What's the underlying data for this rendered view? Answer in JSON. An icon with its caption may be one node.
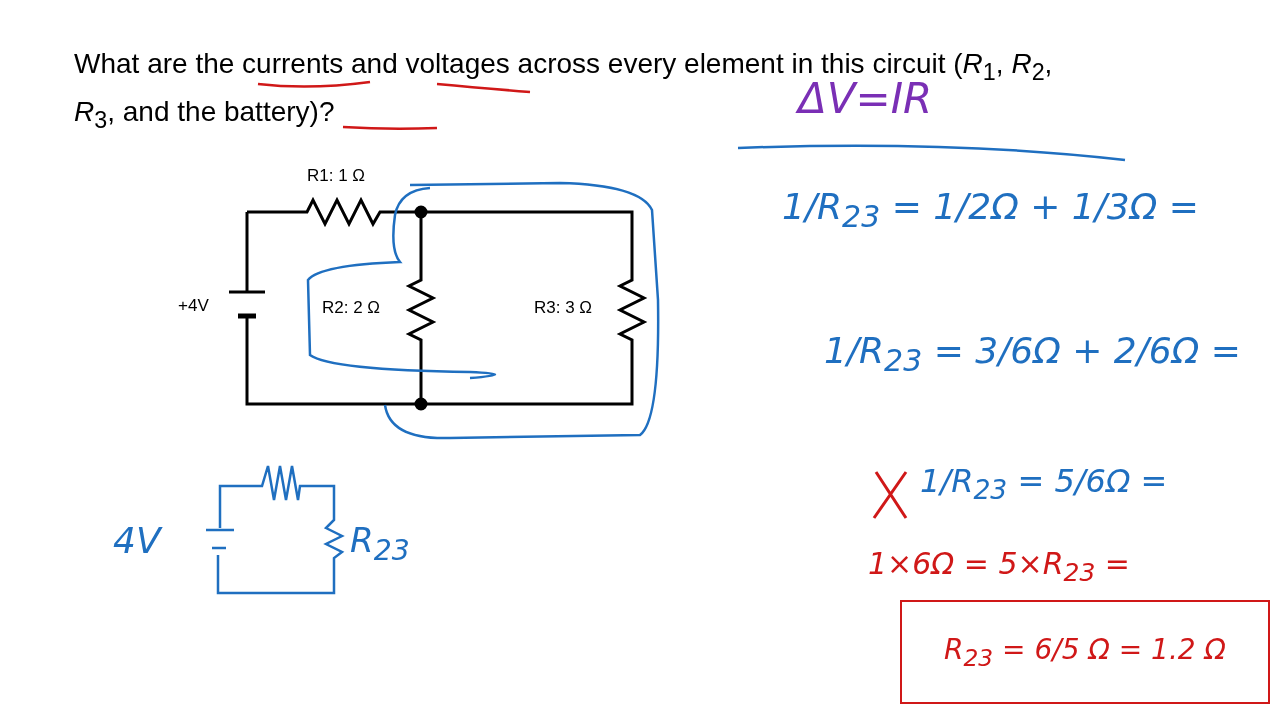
{
  "diagram": {
    "title": "What are the currents and voltages across every element in this circuit (*R*$_{1}$, *R*$_{2}$, *R*$_{3}$, and the battery)?",
    "nodes": [
      {
        "text": [
          "R$_{23}$ = 6/5 Ω = 1.2 Ω"
        ]
      }
    ],
    "labels": [
      "R1: 1 Ω",
      "+4V",
      "R2: 2 Ω",
      "R3: 3 Ω",
      "ΔV=IR",
      "1/R$_{23}$ = 1/2Ω + 1/3Ω =",
      "1/R$_{23}$ = 3/6Ω + 2/6Ω =",
      "1/R$_{23}$ = 5/6Ω =",
      "4V",
      "R$_{23}$",
      "1×6Ω = 5×R$_{23}$ ="
    ]
  }
}
